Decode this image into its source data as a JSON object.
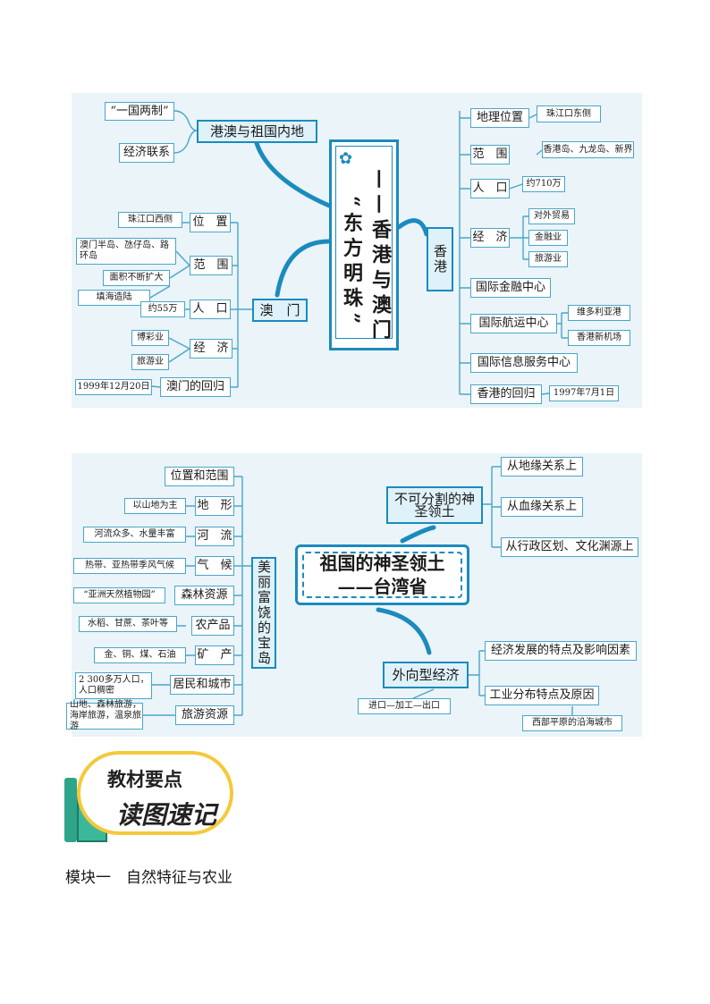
{
  "map1": {
    "title_quote": "“东方明珠”",
    "title_sub": "——香港与澳门",
    "mainland": {
      "label": "港澳与祖国内地",
      "items": [
        "“一国两制”",
        "经济联系"
      ]
    },
    "hongkong": {
      "label": "香港",
      "location": {
        "label": "地理位置",
        "value": "珠江口东侧"
      },
      "scope": {
        "label": "范　围",
        "value": "香港岛、九龙岛、新界"
      },
      "population": {
        "label": "人　口",
        "value": "约710万"
      },
      "economy": {
        "label": "经　济",
        "items": [
          "对外贸易",
          "金融业",
          "旅游业"
        ]
      },
      "finance_center": "国际金融中心",
      "shipping_center": {
        "label": "国际航运中心",
        "items": [
          "维多利亚港",
          "香港新机场"
        ]
      },
      "info_center": "国际信息服务中心",
      "return": {
        "label": "香港的回归",
        "value": "1997年7月1日"
      }
    },
    "macau": {
      "label": "澳　门",
      "location": {
        "label": "位　置",
        "value": "珠江口西侧"
      },
      "scope": {
        "label": "范　围",
        "values": [
          "澳门半岛、氹仔岛、路环岛",
          "面积不断扩大",
          "填海造陆"
        ]
      },
      "population": {
        "label": "人　口",
        "value": "约55万"
      },
      "economy": {
        "label": "经　济",
        "items": [
          "博彩业",
          "旅游业"
        ]
      },
      "return": {
        "label": "澳门的回归",
        "value": "1999年12月20日"
      }
    }
  },
  "map2": {
    "title_l1": "祖国的神圣领土",
    "title_l2": "——台湾省",
    "sacred": {
      "label": "不可分割的神圣领土",
      "items": [
        "从地缘关系上",
        "从血缘关系上",
        "从行政区划、文化渊源上"
      ]
    },
    "island": {
      "label": "美丽富饶的宝岛",
      "rows": [
        {
          "label": "位置和范围",
          "value": ""
        },
        {
          "label": "地　形",
          "value": "以山地为主"
        },
        {
          "label": "河　流",
          "value": "河流众多、水量丰富"
        },
        {
          "label": "气　候",
          "value": "热带、亚热带季风气候"
        },
        {
          "label": "森林资源",
          "value": "“亚洲天然植物园”"
        },
        {
          "label": "农产品",
          "value": "水稻、甘蔗、茶叶等"
        },
        {
          "label": "矿　产",
          "value": "金、铜、煤、石油"
        },
        {
          "label": "居民和城市",
          "value": "2 300多万人口，人口稠密"
        },
        {
          "label": "旅游资源",
          "value": "山地、森林旅游，海岸旅游，温泉旅游"
        }
      ]
    },
    "export": {
      "label": "外向型经济",
      "process": "进口—加工—出口",
      "items": [
        "经济发展的特点及影响因素",
        "工业分布特点及原因"
      ],
      "industry_note": "西部平原的沿海城市"
    }
  },
  "badge": {
    "line1": "教材要点",
    "line2": "读图速记"
  },
  "module_heading": "模块一　自然特征与农业"
}
